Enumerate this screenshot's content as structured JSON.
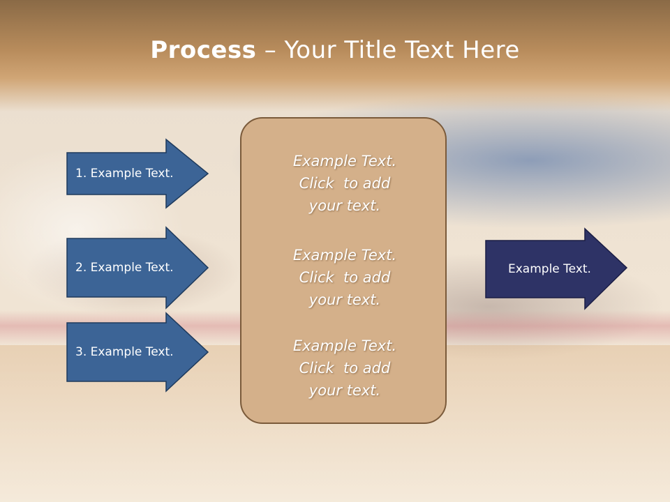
{
  "title": {
    "bold": "Process",
    "rest": " – Your Title Text Here"
  },
  "steps": [
    {
      "label": "1. Example Text."
    },
    {
      "label": "2. Example Text."
    },
    {
      "label": "3. Example Text."
    }
  ],
  "center_box": {
    "paragraphs": [
      {
        "line1": "Example Text.",
        "line2": "Click  to add",
        "line3": "your text."
      },
      {
        "line1": "Example Text.",
        "line2": "Click  to add",
        "line3": "your text."
      },
      {
        "line1": "Example Text.",
        "line2": "Click  to add",
        "line3": "your text."
      }
    ]
  },
  "result": {
    "label": "Example Text."
  },
  "colors": {
    "step_arrow_fill": "#3c6496",
    "step_arrow_stroke": "#1e3a5c",
    "result_arrow_fill": "#2e3366",
    "result_arrow_stroke": "#1a1d44",
    "center_box_fill": "#d4b08a",
    "center_box_border": "#7a5a3a",
    "header_brown": "#b88c5c"
  }
}
